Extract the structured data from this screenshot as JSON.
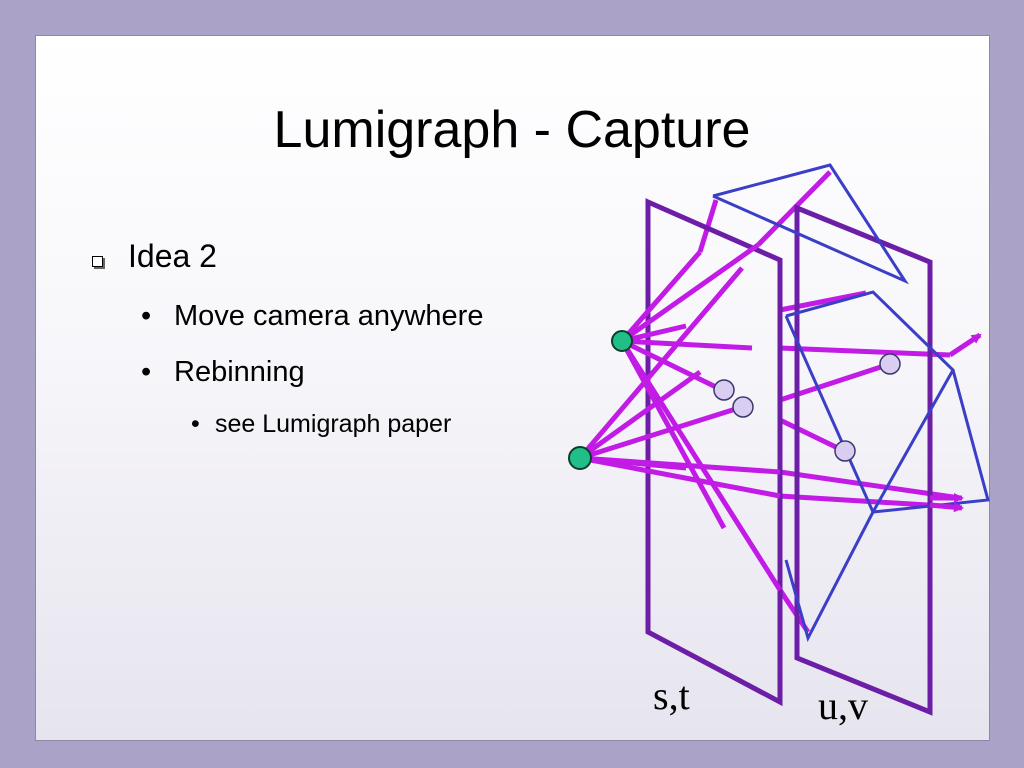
{
  "slide": {
    "title": "Lumigraph - Capture",
    "bullets": {
      "level1": "Idea 2",
      "level2": [
        "Move camera anywhere",
        "Rebinning"
      ],
      "level3": "see Lumigraph paper"
    },
    "bullet_glyph": "•"
  },
  "diagram": {
    "plane_labels": {
      "st": "s,t",
      "uv": "u,v"
    },
    "colors": {
      "background": "#aba3c7",
      "st_plane": "#6c1fa6",
      "uv_plane": "#6c1fa6",
      "uv_pattern": "#3b3fc7",
      "ray": "#c21be6",
      "camera": "#1fbf87",
      "sample": "#d9cdf2"
    }
  }
}
